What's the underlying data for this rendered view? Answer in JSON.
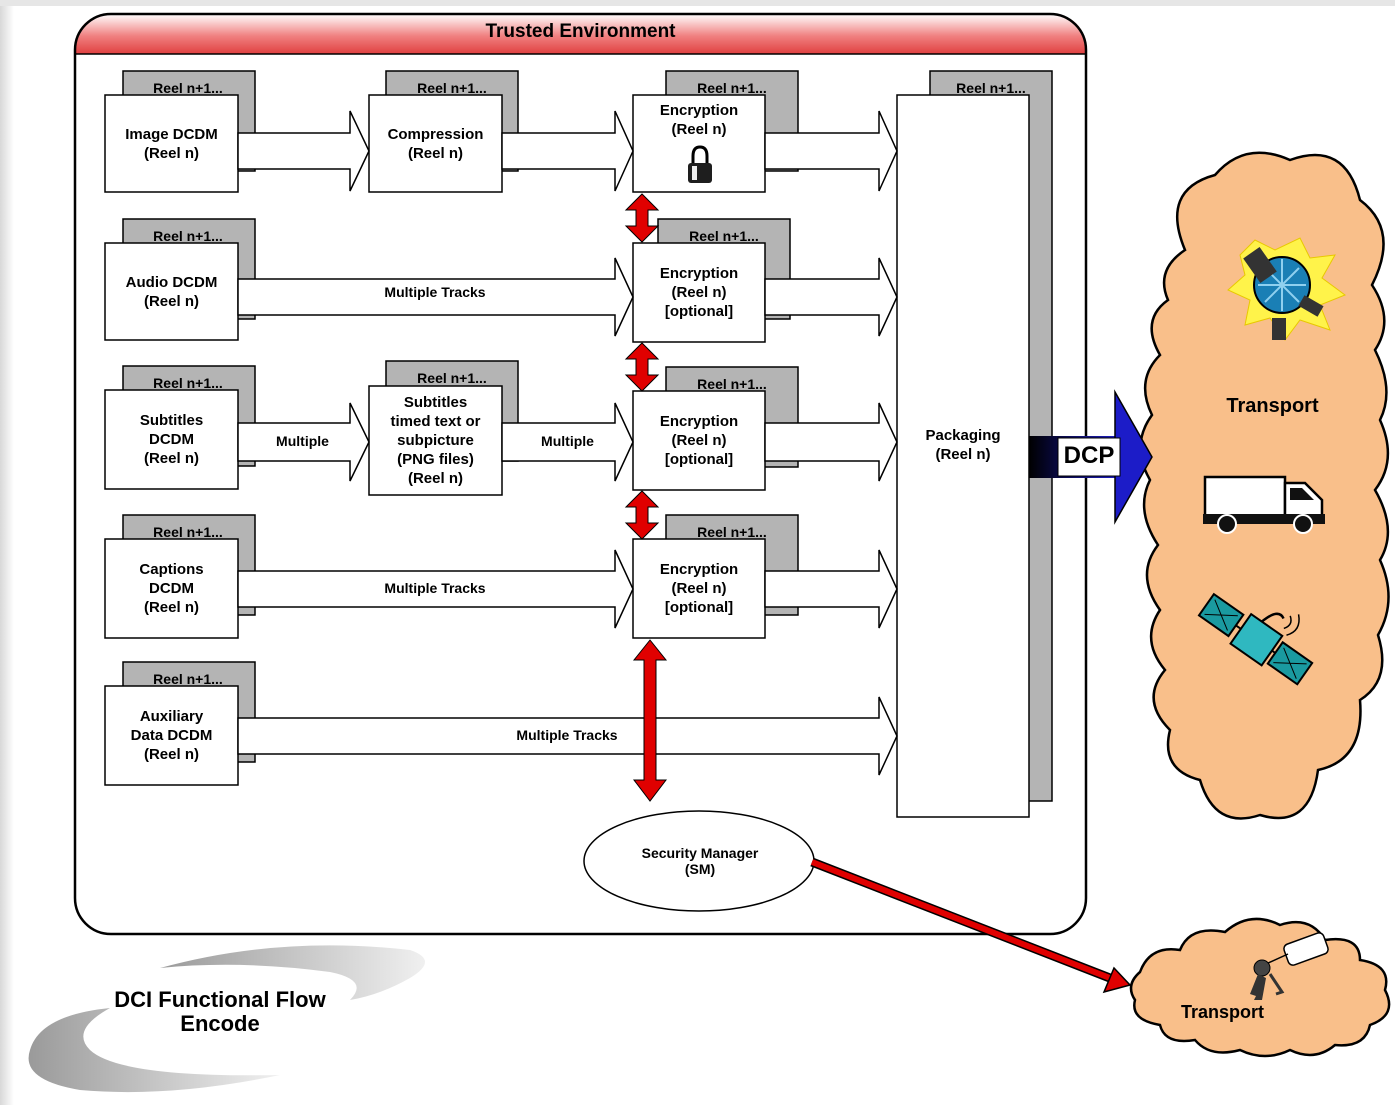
{
  "diagram": {
    "environment_title": "Trusted Environment",
    "reel_next": "Reel n+1...",
    "sources": [
      {
        "lines": [
          "Image DCDM",
          "(Reel n)"
        ]
      },
      {
        "lines": [
          "Audio DCDM",
          "(Reel n)"
        ]
      },
      {
        "lines": [
          "Subtitles",
          "DCDM",
          "(Reel n)"
        ]
      },
      {
        "lines": [
          "Captions",
          "DCDM",
          "(Reel n)"
        ]
      },
      {
        "lines": [
          "Auxiliary",
          "Data DCDM",
          "(Reel n)"
        ]
      }
    ],
    "compression": {
      "lines": [
        "Compression",
        "(Reel n)"
      ]
    },
    "subtitle_process": {
      "lines": [
        "Subtitles",
        "timed text or",
        "subpicture",
        "(PNG files)",
        "(Reel n)"
      ]
    },
    "encryption": [
      {
        "lines": [
          "Encryption",
          "(Reel n)"
        ]
      },
      {
        "lines": [
          "Encryption",
          "(Reel n)",
          "[optional]"
        ]
      },
      {
        "lines": [
          "Encryption",
          "(Reel n)",
          "[optional]"
        ]
      },
      {
        "lines": [
          "Encryption",
          "(Reel n)",
          "[optional]"
        ]
      }
    ],
    "track_labels": {
      "audio": "Multiple Tracks",
      "subtitle_in": "Multiple",
      "subtitle_out": "Multiple",
      "captions": "Multiple Tracks",
      "auxiliary": "Multiple Tracks"
    },
    "packaging": {
      "lines": [
        "Packaging",
        "(Reel n)"
      ]
    },
    "dcp_label": "DCP",
    "security_manager": {
      "lines": [
        "Security Manager",
        "(SM)"
      ]
    },
    "transport_main": "Transport",
    "transport_key": "Transport",
    "footer": {
      "lines": [
        "DCI Functional Flow",
        "Encode"
      ]
    },
    "colors": {
      "title_bar": "#f07070",
      "red_arrow": "#e00000",
      "cloud": "#f9bf8a",
      "dcp_arrow": "#1c1cc8",
      "shadow_box": "#b4b4b4"
    },
    "icons": [
      "padlock-icon",
      "satellite-dish-icon",
      "delivery-truck-icon",
      "satellite-icon",
      "key-icon"
    ]
  }
}
